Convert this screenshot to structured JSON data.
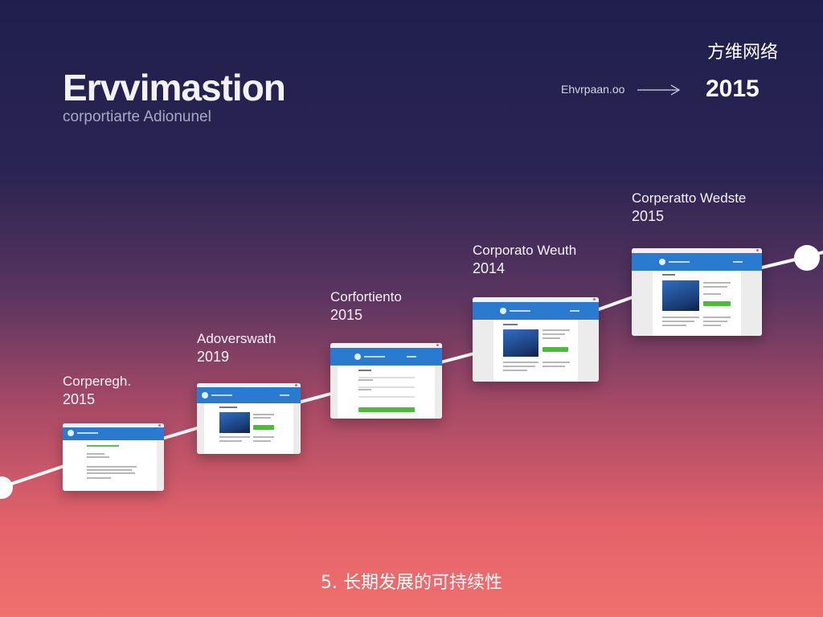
{
  "header": {
    "title": "Ervvimastion",
    "subtitle": "corportiarte Adionunel",
    "brand": "方维网络",
    "tag_left": "Ehvrpaan.oo",
    "tag_year": "2015"
  },
  "timeline": [
    {
      "name": "Corperegh.",
      "year": "2015"
    },
    {
      "name": "Adoverswath",
      "year": "2019"
    },
    {
      "name": "Corfortiento",
      "year": "2015"
    },
    {
      "name": "Corporato Weuth",
      "year": "2014"
    },
    {
      "name": "Corperatto Wedste",
      "year": "2015"
    }
  ],
  "footer": "5. 长期发展的可持续性",
  "colors": {
    "card_header": "#2a7bd0",
    "button": "#4cbb3b",
    "timeline_line": "#ffffff"
  }
}
